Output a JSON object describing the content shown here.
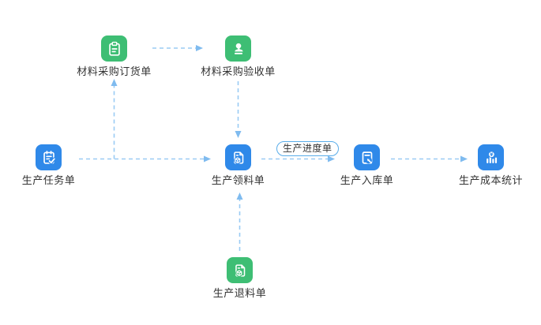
{
  "diagram": {
    "nodes": [
      {
        "id": "material-purchase-order",
        "label": "材料采购订货单",
        "color_key": "green"
      },
      {
        "id": "material-purchase-acceptance",
        "label": "材料采购验收单",
        "color_key": "green"
      },
      {
        "id": "production-task",
        "label": "生产任务单",
        "color_key": "blue"
      },
      {
        "id": "production-picking",
        "label": "生产领料单",
        "color_key": "blue"
      },
      {
        "id": "production-inbound",
        "label": "生产入库单",
        "color_key": "blue"
      },
      {
        "id": "production-cost-stats",
        "label": "生产成本统计",
        "color_key": "blue"
      },
      {
        "id": "production-return",
        "label": "生产退料单",
        "color_key": "green"
      }
    ],
    "edges": [
      {
        "from": "材料采购订货单",
        "to": "材料采购验收单",
        "label": ""
      },
      {
        "from": "材料采购验收单",
        "to": "生产领料单",
        "label": ""
      },
      {
        "from": "生产任务单",
        "to": "生产领料单",
        "label": ""
      },
      {
        "from": "生产任务单",
        "to": "材料采购订货单",
        "label": ""
      },
      {
        "from": "生产领料单",
        "to": "生产入库单",
        "label": "生产进度单"
      },
      {
        "from": "生产入库单",
        "to": "生产成本统计",
        "label": ""
      },
      {
        "from": "生产退料单",
        "to": "生产领料单",
        "label": ""
      }
    ],
    "colors": {
      "green": "#3ebe74",
      "blue": "#2f89e9",
      "arrow-line": "#9acbf4",
      "arrow-head": "#7fbbef",
      "pill-border": "#58ace9",
      "text": "#333333"
    }
  }
}
